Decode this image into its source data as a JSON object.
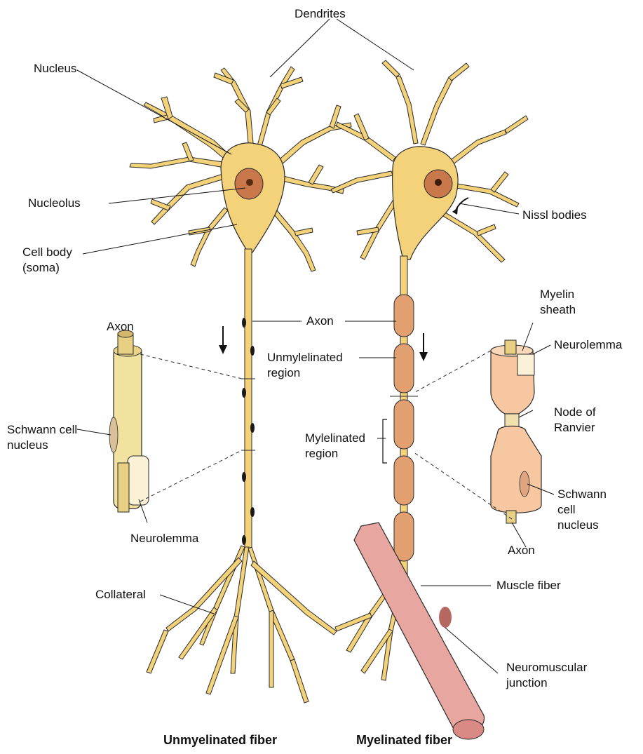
{
  "labels": {
    "dendrites": "Dendrites",
    "nucleus": "Nucleus",
    "nucleolus": "Nucleolus",
    "cell_body_1": "Cell body",
    "cell_body_2": "(soma)",
    "nissl": "Nissl bodies",
    "axon_left_inset": "Axon",
    "axon_center": "Axon",
    "axon_right_inset": "Axon",
    "schwann_left_1": "Schwann cell",
    "schwann_left_2": "nucleus",
    "neurolemma_left": "Neurolemma",
    "collateral": "Collateral",
    "unmyel_region_1": "Unmylelinated",
    "unmyel_region_2": "region",
    "myel_region_1": "Mylelinated",
    "myel_region_2": "region",
    "myelin_sheath_1": "Myelin",
    "myelin_sheath_2": "sheath",
    "neurolemma_right": "Neurolemma",
    "node_1": "Node of",
    "node_2": "Ranvier",
    "schwann_right_1": "Schwann",
    "schwann_right_2": "cell",
    "schwann_right_3": "nucleus",
    "muscle_fiber": "Muscle fiber",
    "nmj_1": "Neuromuscular",
    "nmj_2": "junction"
  },
  "captions": {
    "unmyelinated": "Unmyelinated fiber",
    "myelinated": "Myelinated fiber"
  },
  "colors": {
    "neuron_fill": "#F3D27A",
    "neuron_outline": "#2a2a2a",
    "nucleus": "#C8784A",
    "myelin": "#E2A070",
    "muscle": "#E8A6A0",
    "inset_axon": "#F1E2A0",
    "schwann_peach": "#F6C7A0"
  }
}
